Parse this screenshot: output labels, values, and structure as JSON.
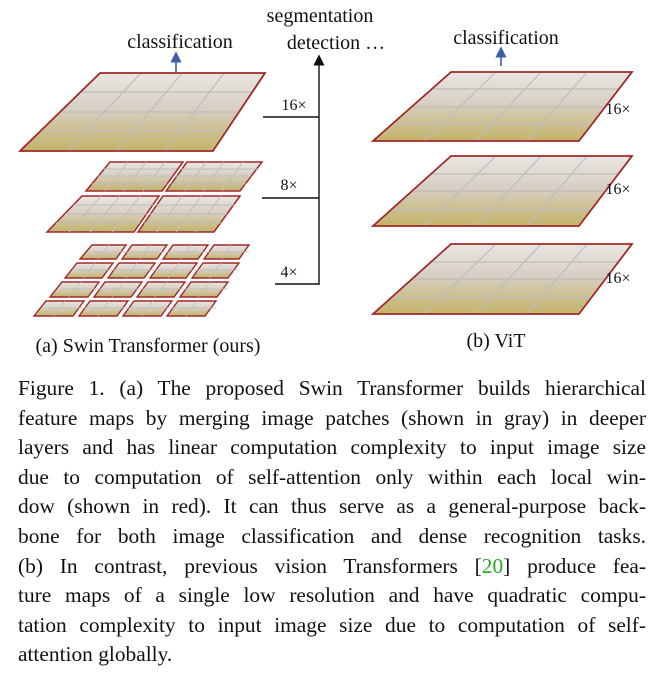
{
  "figure": {
    "swin": {
      "top_label": "classification",
      "branch_label_line1": "segmentation",
      "branch_label_line2": "detection …",
      "scales": [
        "16×",
        "8×",
        "4×"
      ],
      "subcaption": "(a) Swin Transformer (ours)"
    },
    "vit": {
      "top_label": "classification",
      "scales": [
        "16×",
        "16×",
        "16×"
      ],
      "subcaption": "(b) ViT"
    },
    "colors": {
      "window_border": "#a02828",
      "patch_grid": "#bdbdbd",
      "arrow_blue": "#3a5fa8"
    }
  },
  "caption": {
    "lines": [
      "Figure 1. (a) The proposed Swin Transformer builds hierarchical",
      "feature maps by merging image patches (shown in gray) in deeper",
      "layers and has linear computation complexity to input image size",
      "due to computation of self-attention only within each local win-",
      "dow (shown in red). It can thus serve as a general-purpose back-",
      "bone for both image classification and dense recognition tasks.",
      "(b) In contrast, previous vision Transformers [",
      "20",
      "] produce fea-",
      "ture maps of a single low resolution and have quadratic compu-",
      "tation complexity to input image size due to computation of self-",
      "attention globally."
    ]
  }
}
